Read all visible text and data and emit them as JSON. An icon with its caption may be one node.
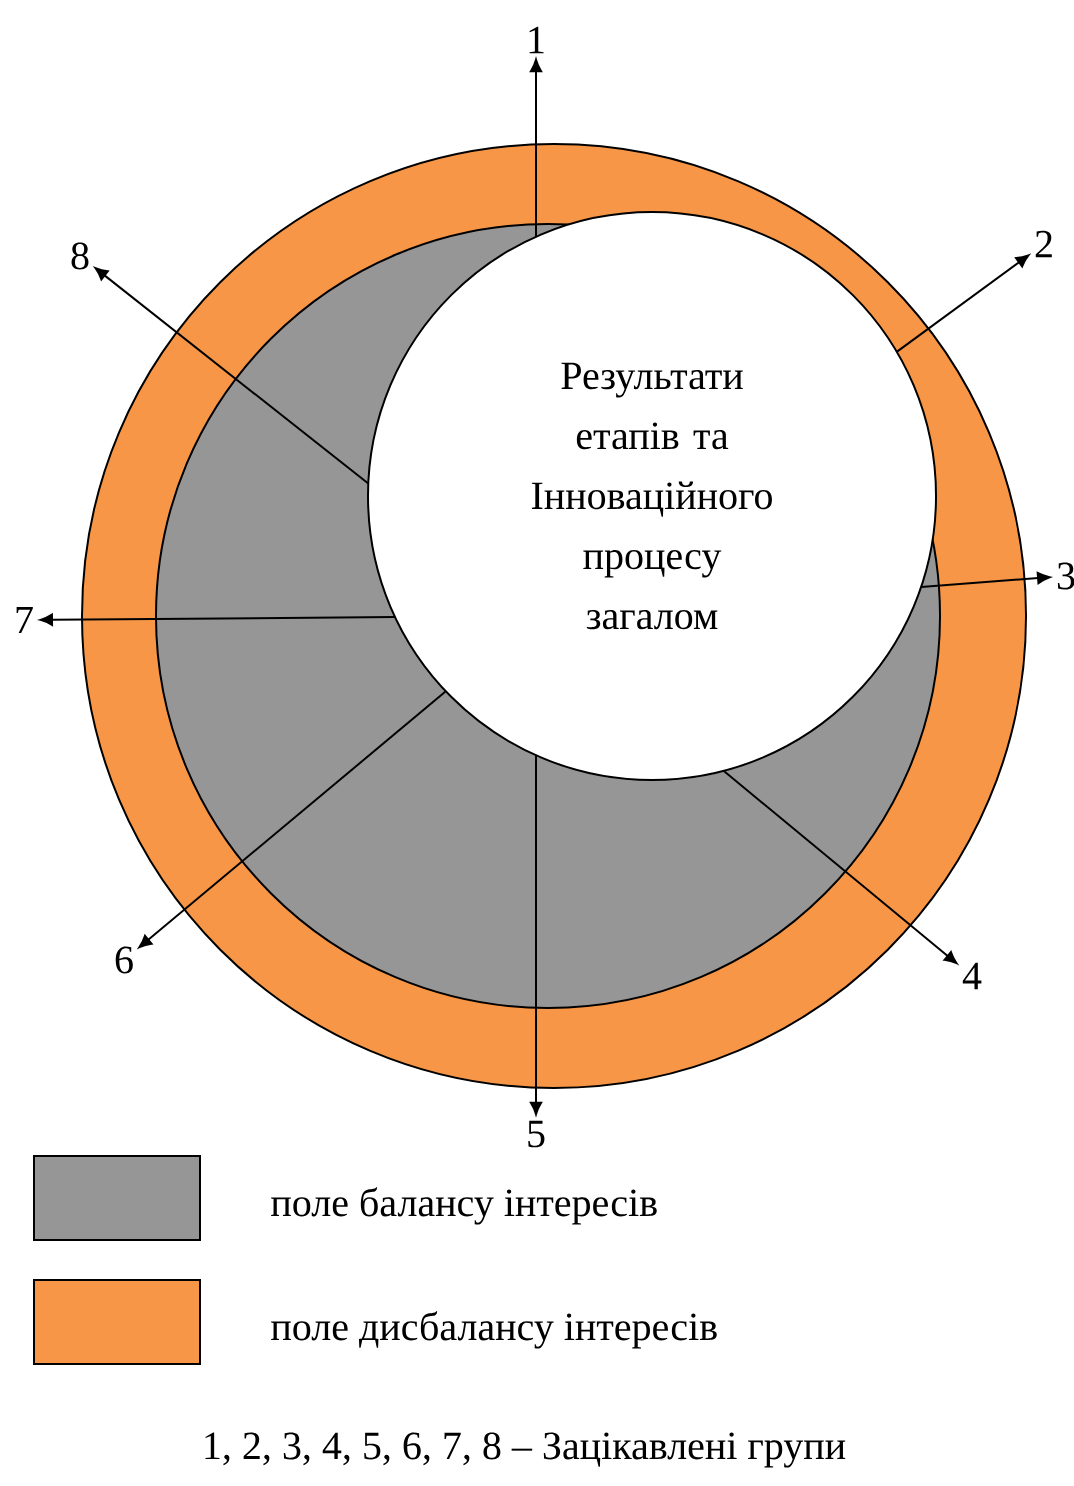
{
  "diagram": {
    "nodes": [
      {
        "text": [
          "Результати етапів та Інноваційного процесу загалом"
        ]
      },
      {
        "text": [
          "1"
        ]
      },
      {
        "text": [
          "2"
        ]
      },
      {
        "text": [
          "3"
        ]
      },
      {
        "text": [
          "4"
        ]
      },
      {
        "text": [
          "5"
        ]
      },
      {
        "text": [
          "6"
        ]
      },
      {
        "text": [
          "7"
        ]
      },
      {
        "text": [
          "8"
        ]
      }
    ],
    "edges": [
      {
        "from": 0,
        "to": 1,
        "arrow": "to"
      },
      {
        "from": 0,
        "to": 2,
        "arrow": "to"
      },
      {
        "from": 0,
        "to": 3,
        "arrow": "to"
      },
      {
        "from": 0,
        "to": 4,
        "arrow": "to"
      },
      {
        "from": 0,
        "to": 5,
        "arrow": "to"
      },
      {
        "from": 0,
        "to": 6,
        "arrow": "to"
      },
      {
        "from": 0,
        "to": 7,
        "arrow": "to"
      },
      {
        "from": 0,
        "to": 8,
        "arrow": "to"
      }
    ],
    "labels": [
      "1, 2, 3, 4, 5, 6, 7, 8 – Зацікавлені групи"
    ],
    "legend": [
      {
        "text": "поле балансу інтересів",
        "color": "#969696"
      },
      {
        "text": "поле дисбалансу інтересів",
        "color": "#f79646"
      }
    ]
  }
}
